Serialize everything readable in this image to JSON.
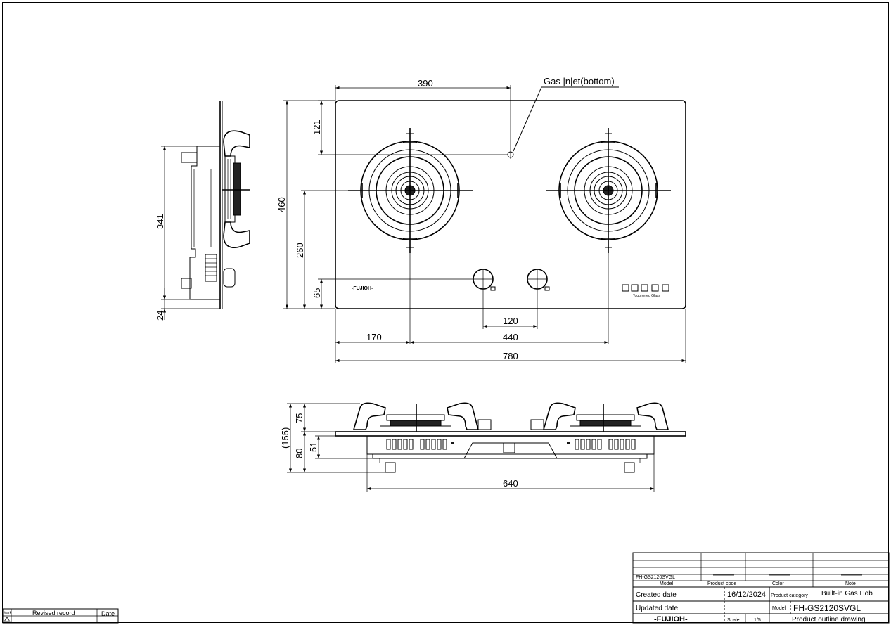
{
  "labels": {
    "gas_inlet": "Gas |n|et(bottom)"
  },
  "dimensions": {
    "top_390": "390",
    "top_121": "121",
    "top_460": "460",
    "top_260": "260",
    "top_65": "65",
    "top_120": "120",
    "top_170": "170",
    "top_440": "440",
    "top_780": "780",
    "side_341": "341",
    "side_24": "24",
    "front_155": "(155)",
    "front_75": "75",
    "front_80": "80",
    "front_51": "51",
    "front_640": "640"
  },
  "panel_text": {
    "brand_small": "-FUJIOH-",
    "glass_text": "Toughened  Glass"
  },
  "title_block": {
    "model_code": "FH-GS2120SVGL",
    "model_header": "Model",
    "product_code_header": "Product code",
    "color_header": "Color",
    "note_header": "Note",
    "created_label": "Created date",
    "created_value": "16/12/2024",
    "category_label": "Product category",
    "category_value": "Built-in Gas Hob",
    "updated_label": "Updated date",
    "model_label": "Model",
    "model_value": "FH-GS2120SVGL",
    "brand": "-FUJIOH-",
    "scale_label": "Scale",
    "scale_value": "1/5",
    "drawing_type": "Product outline drawing"
  },
  "revision_block": {
    "mark": "Mark",
    "revised": "Revised record",
    "date": "Date"
  }
}
